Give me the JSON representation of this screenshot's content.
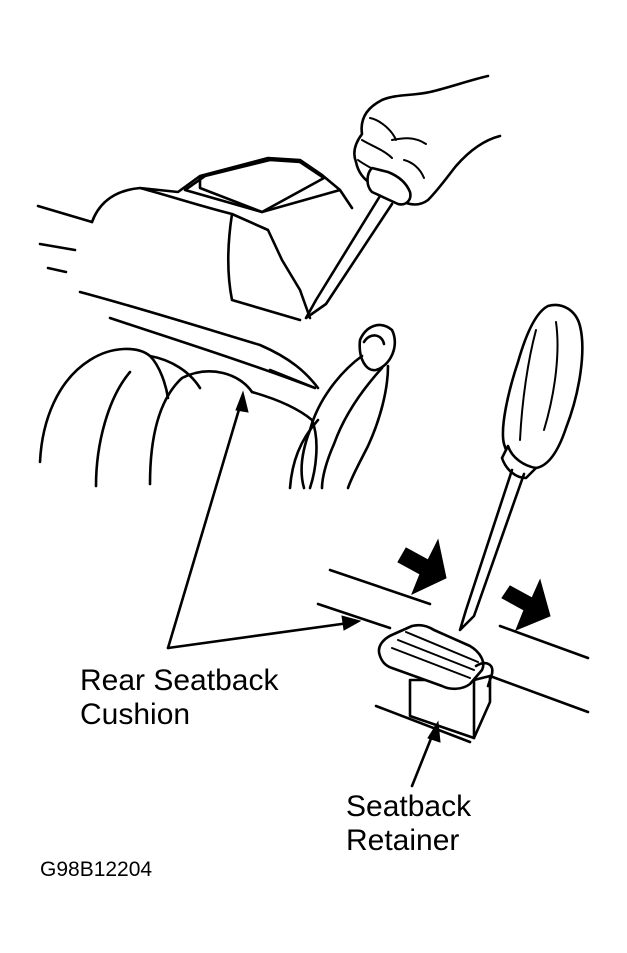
{
  "labels": {
    "cushion_line1": "Rear Seatback",
    "cushion_line2": "Cushion",
    "retainer_line1": "Seatback",
    "retainer_line2": "Retainer"
  },
  "figure_code": "G98B12204"
}
